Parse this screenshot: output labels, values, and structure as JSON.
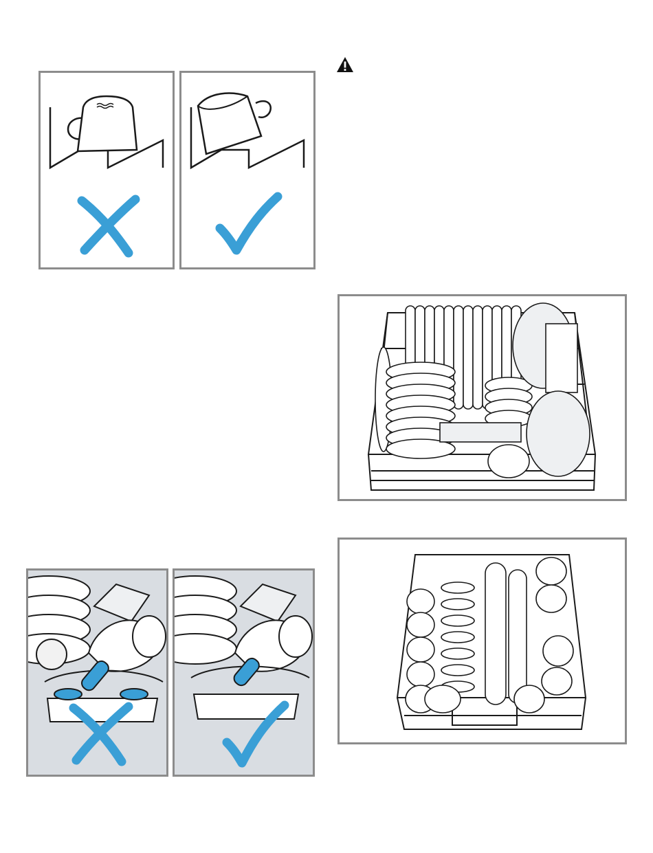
{
  "page": {
    "warning_icon": "warning-triangle-icon",
    "colors": {
      "accent": "#3a9fd6",
      "frame": "#8c8c8c",
      "line": "#1a1a1a",
      "shade": "#d9dde2"
    }
  },
  "figures": [
    {
      "name": "cup-placement-incorrect",
      "icon": "cross-icon"
    },
    {
      "name": "cup-placement-correct",
      "icon": "check-icon"
    },
    {
      "name": "lower-rack-loaded"
    },
    {
      "name": "spray-arm-blocked-incorrect",
      "icon": "cross-icon"
    },
    {
      "name": "spray-arm-free-correct",
      "icon": "check-icon"
    },
    {
      "name": "upper-rack-loaded"
    }
  ]
}
